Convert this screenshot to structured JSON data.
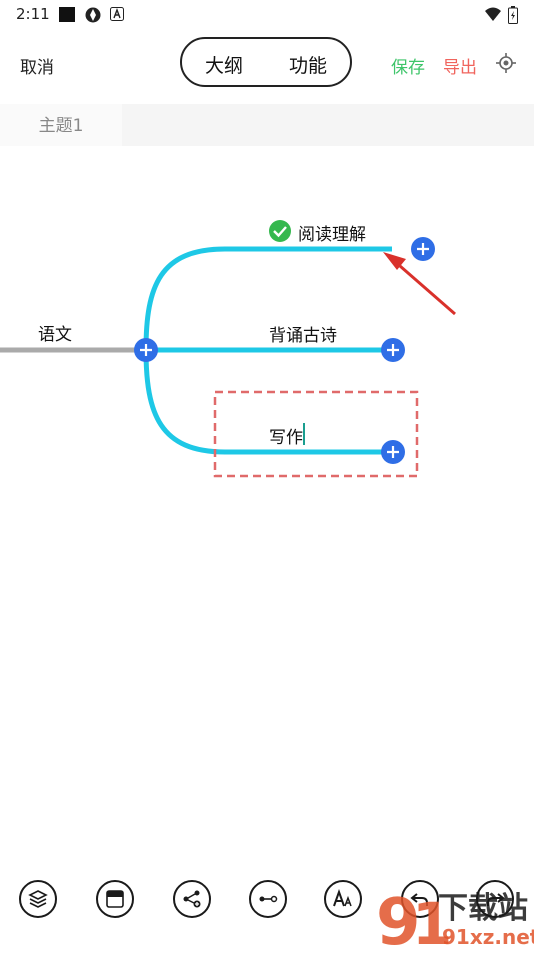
{
  "status_bar": {
    "time": "2:11"
  },
  "header": {
    "cancel_label": "取消",
    "mode_outline_label": "大纲",
    "mode_feature_label": "功能",
    "save_label": "保存",
    "export_label": "导出"
  },
  "tabs": [
    {
      "label": "主题1"
    }
  ],
  "mindmap": {
    "root_label": "语文",
    "children": [
      {
        "label": "阅读理解",
        "status": "checked"
      },
      {
        "label": "背诵古诗"
      },
      {
        "label": "写作",
        "editing": true
      }
    ]
  },
  "toolbar": {
    "buttons": [
      "layers-icon",
      "layout-icon",
      "add-branch-icon",
      "connector-icon",
      "text-style-icon",
      "undo-icon",
      "redo-icon"
    ]
  },
  "watermark": {
    "site_name": "下载站",
    "url": "91xz.net"
  },
  "colors": {
    "branch": "#1ec8e6",
    "root_line": "#aaaaaa",
    "add_button": "#2f6ee6",
    "check": "#35b84e",
    "save": "#3ec56a",
    "export": "#f0645d",
    "dashed_box": "#e06a6a",
    "arrow": "#d9312b"
  }
}
